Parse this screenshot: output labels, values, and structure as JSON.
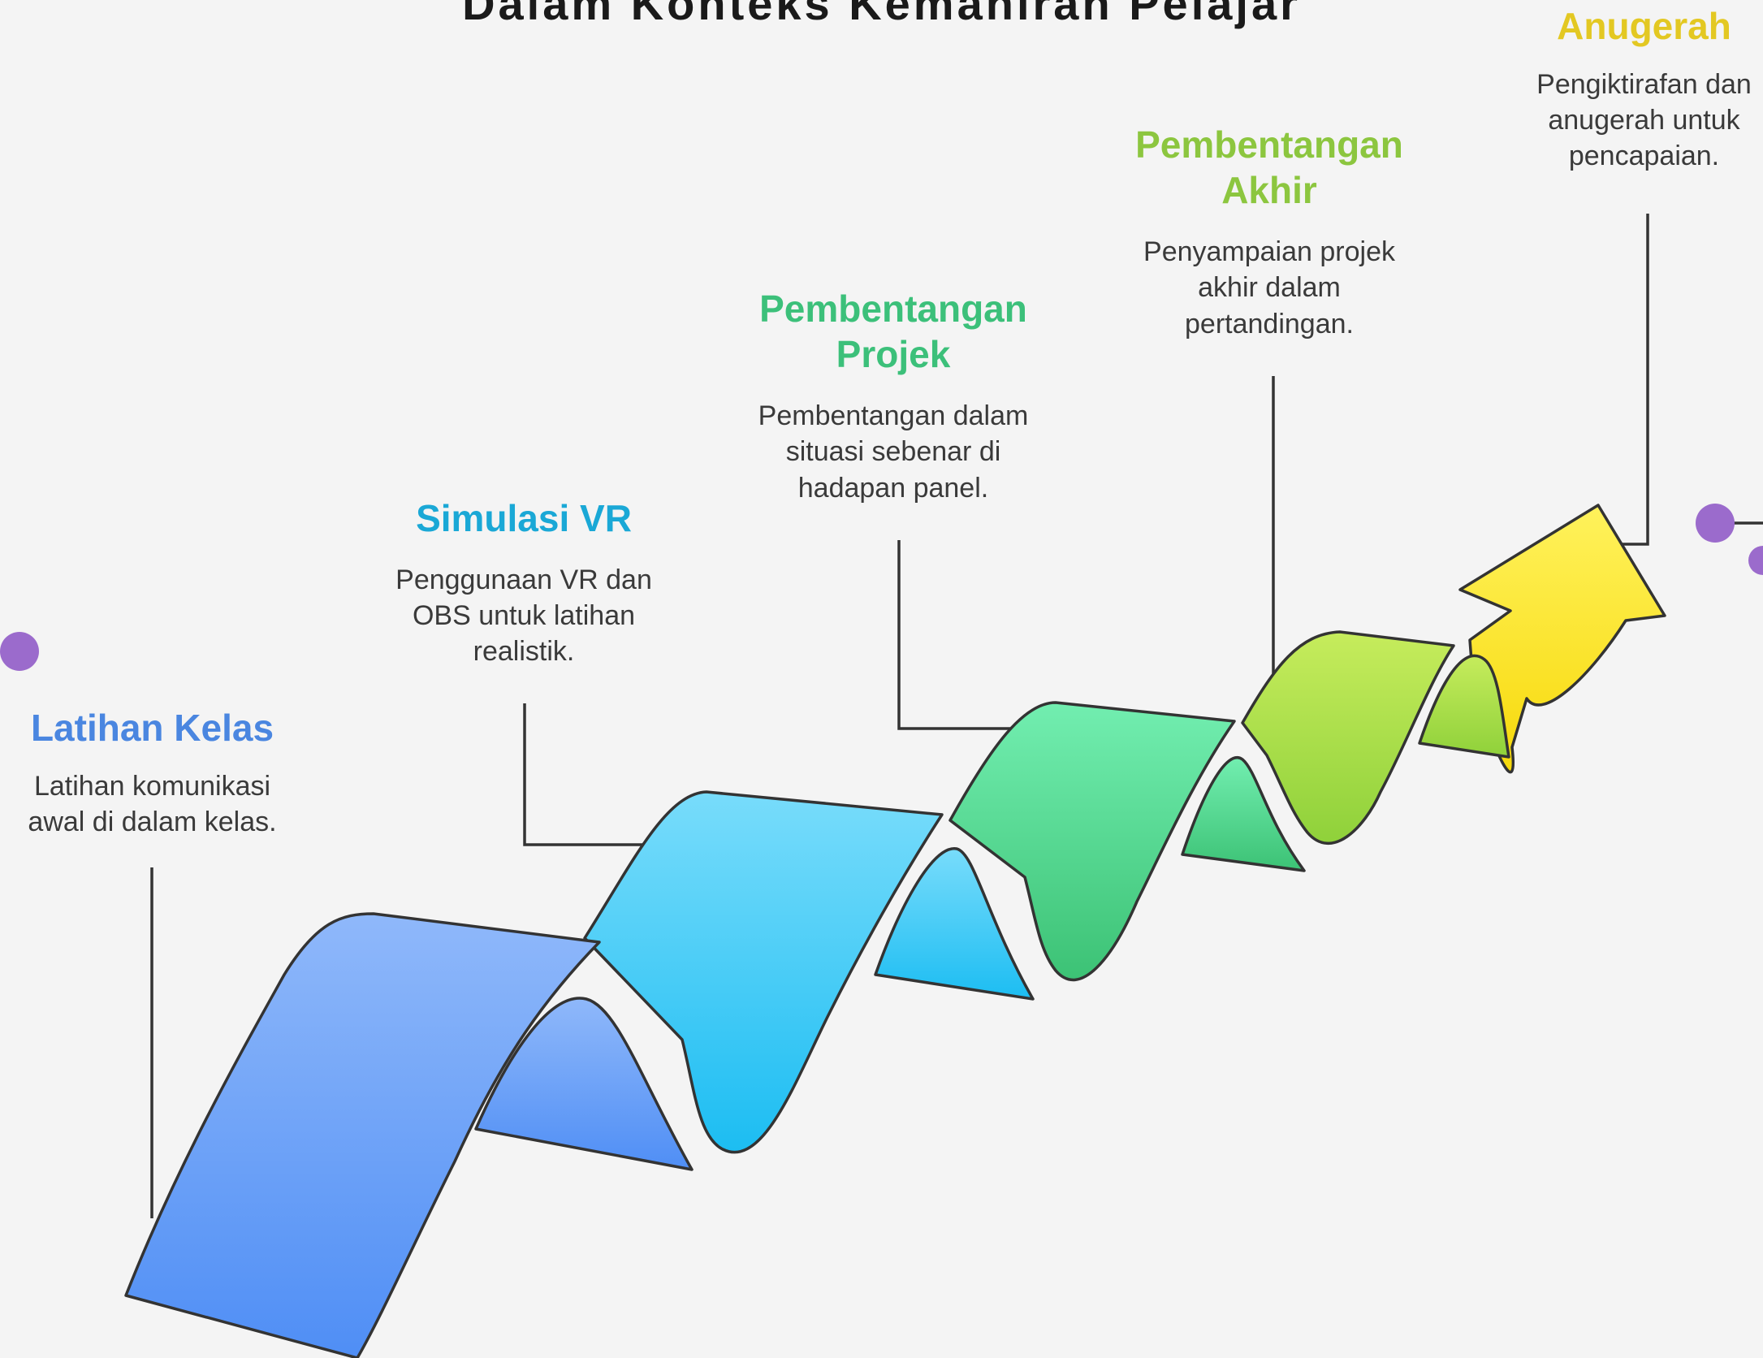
{
  "title": "Dalam Konteks Kemahiran Pelajar",
  "colors": {
    "background": "#f4f4f4",
    "connector": "#333333",
    "dot": "#9b6bcc"
  },
  "stages": [
    {
      "title": "Latihan Kelas",
      "description": "Latihan komunikasi awal di dalam kelas.",
      "color": "#4a86e0"
    },
    {
      "title": "Simulasi VR",
      "description": "Penggunaan VR dan OBS untuk latihan realistik.",
      "color": "#1aa8d6"
    },
    {
      "title": "Pembentangan Projek",
      "description": "Pembentangan dalam situasi sebenar di hadapan panel.",
      "color": "#3cc07a"
    },
    {
      "title": "Pembentangan Akhir",
      "description": "Penyampaian projek akhir dalam pertandingan.",
      "color": "#8cc63f"
    },
    {
      "title": "Anugerah",
      "description": "Pengiktirafan dan anugerah untuk pencapaian.",
      "color": "#e3c822"
    }
  ]
}
